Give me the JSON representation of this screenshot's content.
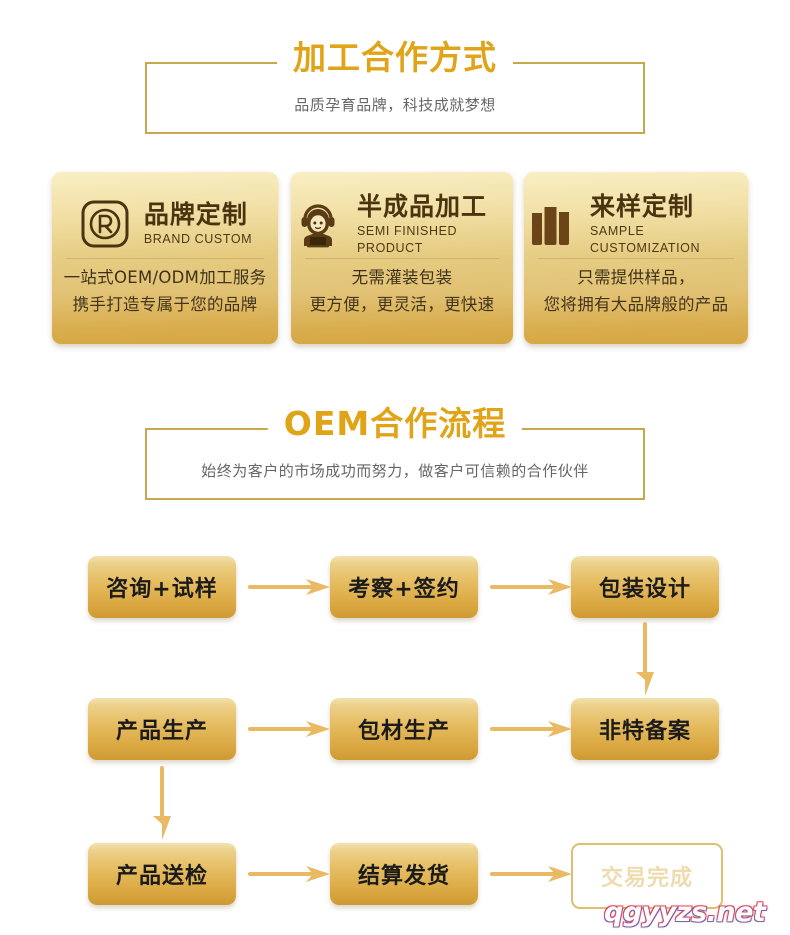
{
  "sections": [
    {
      "id": "processing-cooperation",
      "title": "加工合作方式",
      "subtitle": "品质孕育品牌，科技成就梦想"
    },
    {
      "id": "oem-process",
      "title": "OEM合作流程",
      "subtitle": "始终为客户的市场成功而努力，做客户可信赖的合作伙伴"
    }
  ],
  "cards": [
    {
      "icon": "registered-trademark-icon",
      "title_cn": "品牌定制",
      "title_en": "BRAND CUSTOM",
      "desc": [
        "一站式OEM/ODM加工服务",
        "携手打造专属于您的品牌"
      ]
    },
    {
      "icon": "headset-operator-icon",
      "title_cn": "半成品加工",
      "title_en": "SEMI FINISHED PRODUCT",
      "desc": [
        "无需灌装包装",
        "更方便，更灵活，更快速"
      ]
    },
    {
      "icon": "cosmetic-tubes-icon",
      "title_cn": "来样定制",
      "title_en": "SAMPLE CUSTOMIZATION",
      "desc": [
        "只需提供样品，",
        "您将拥有大品牌般的产品"
      ]
    }
  ],
  "flow": {
    "steps": [
      {
        "label": "咨询+试样",
        "style": "filled"
      },
      {
        "label": "考察+签约",
        "style": "filled"
      },
      {
        "label": "包装设计",
        "style": "filled"
      },
      {
        "label": "产品生产",
        "style": "filled"
      },
      {
        "label": "包材生产",
        "style": "filled"
      },
      {
        "label": "非特备案",
        "style": "filled"
      },
      {
        "label": "产品送检",
        "style": "filled"
      },
      {
        "label": "结算发货",
        "style": "filled"
      },
      {
        "label": "交易完成",
        "style": "hollow"
      }
    ]
  },
  "watermark": {
    "text": "qgyyzs.net"
  },
  "colors": {
    "title_gold": "#e0a419",
    "frame_gold": "#c9a84c",
    "arrow_gold": "#eab963",
    "card_gold_light": "#f9efc4",
    "card_gold_dark": "#d6a642",
    "box_text": "#1b1b1b",
    "subtitle_gray": "#666666"
  }
}
